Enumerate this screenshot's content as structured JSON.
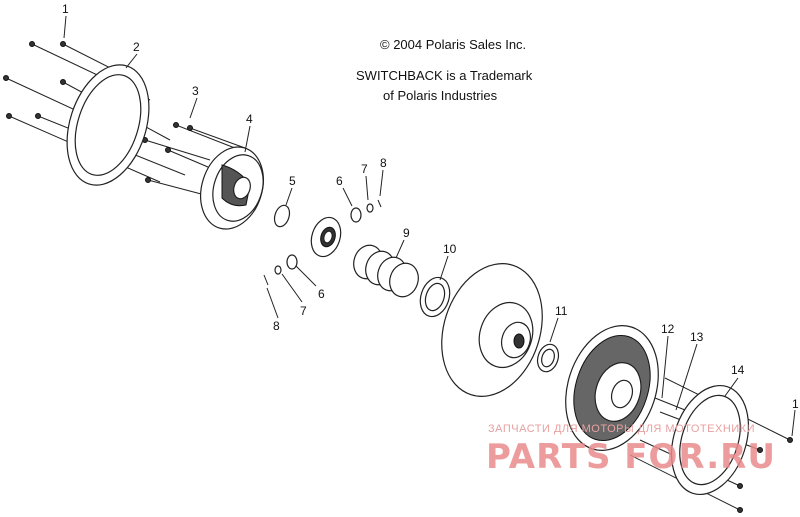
{
  "copyright": "© 2004 Polaris Sales Inc.",
  "trademark_line1": "SWITCHBACK is a Trademark",
  "trademark_line2": "of Polaris Industries",
  "callouts": [
    "1",
    "2",
    "3",
    "4",
    "5",
    "6",
    "7",
    "8",
    "9",
    "10",
    "11",
    "6",
    "7",
    "8",
    "12",
    "13",
    "14",
    "1"
  ],
  "watermark_small": "ЗАПЧАСТИ ДЛЯ МОТОРЫ ДЛЯ МОТОТЕХНИКИ",
  "watermark_large": "PARTS FOR.RU"
}
